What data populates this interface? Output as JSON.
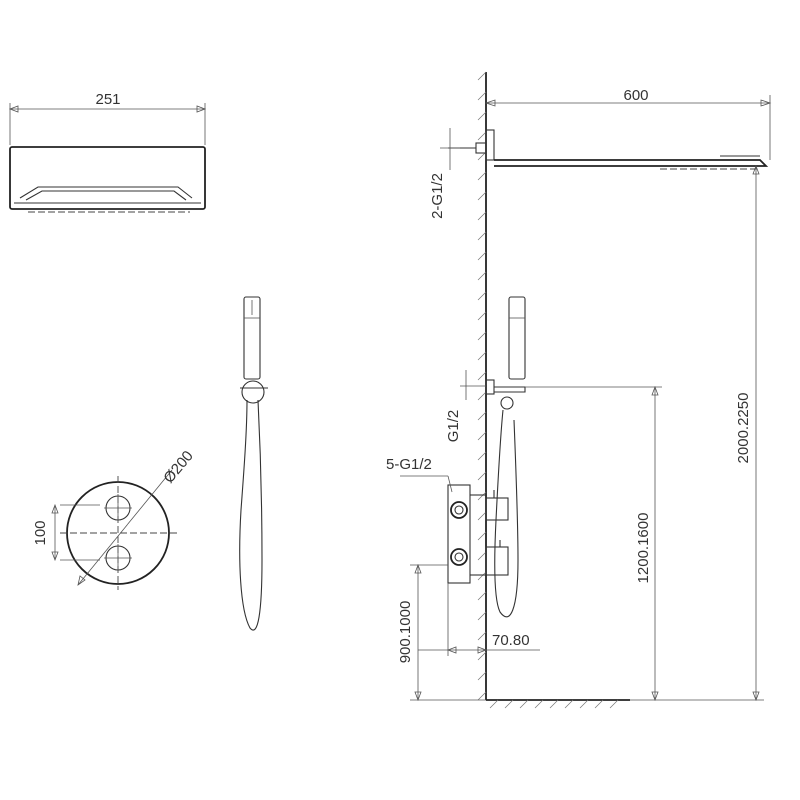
{
  "dimensions": {
    "rain_head_depth": "251",
    "rain_head_arm_length": "600",
    "inlet_top": "2-G1/2",
    "inlet_middle": "G1/2",
    "valve_ports": "5-G1/2",
    "plate_diameter": "Ø200",
    "handle_spacing": "100",
    "head_height": "2000.2250",
    "outlet_height": "1200.1600",
    "valve_height": "900.1000",
    "valve_depth": "70.80"
  },
  "colors": {
    "line": "#333333",
    "background": "#ffffff"
  }
}
